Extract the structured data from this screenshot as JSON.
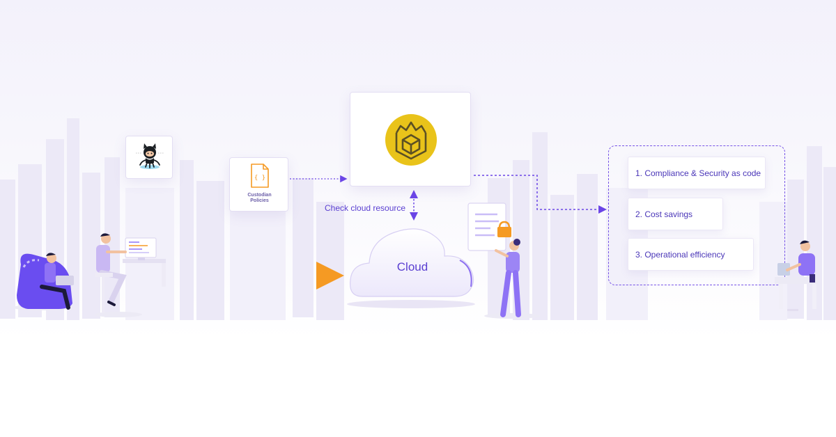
{
  "diagram": {
    "repo": {
      "icon": "github-octocat-icon"
    },
    "policies": {
      "icon": "json-file-icon",
      "label_line1": "Custodian",
      "label_line2": "Policies"
    },
    "engine": {
      "icon": "cloud-custodian-logo-icon",
      "accent": "#e9c31a"
    },
    "cloud": {
      "label": "Cloud"
    },
    "check_label": "Check cloud resource",
    "results": [
      {
        "label": "1. Compliance & Security as code"
      },
      {
        "label": "2. Cost savings"
      },
      {
        "label": "3. Operational efficiency"
      }
    ],
    "colors": {
      "primary": "#5a3fd1",
      "accent_purple": "#7552e6",
      "orange": "#f59a23",
      "logo_yellow": "#e9c31a"
    }
  }
}
